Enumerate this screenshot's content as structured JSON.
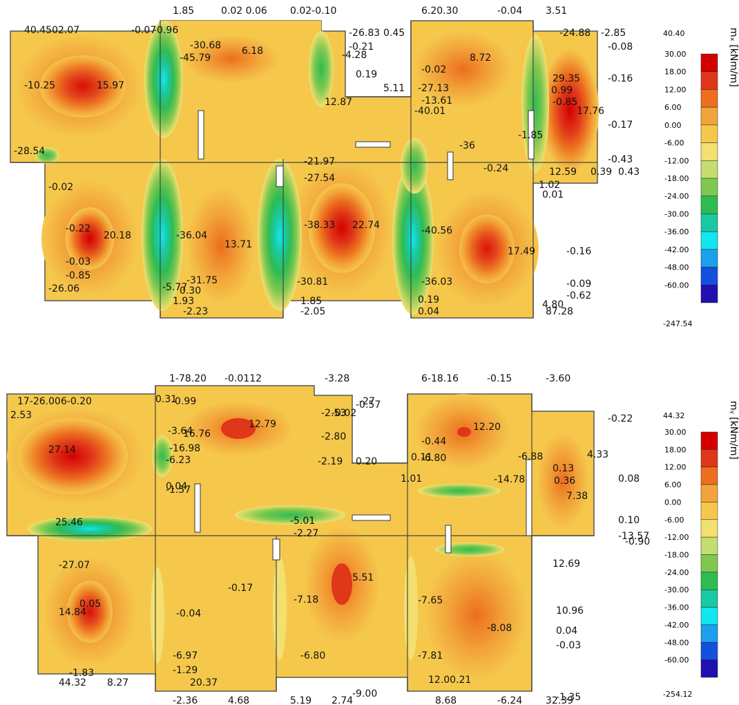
{
  "panels": [
    {
      "id": "mx",
      "legend": {
        "title": "mₓ [kNm/m]",
        "max_label": "40.40",
        "min_label": "-247.54",
        "ticks": [
          "30.00",
          "18.00",
          "12.00",
          "6.00",
          "0.00",
          "-6.00",
          "-12.00",
          "-18.00",
          "-24.00",
          "-30.00",
          "-36.00",
          "-42.00",
          "-48.00",
          "-60.00"
        ],
        "colors": [
          "#d40000",
          "#e0361a",
          "#ec6e1e",
          "#f2a43a",
          "#f5c84c",
          "#f2e070",
          "#c4de70",
          "#7ec850",
          "#2ebc52",
          "#19c9a2",
          "#12e6f0",
          "#1aa0ec",
          "#1450e0",
          "#2010b0"
        ]
      },
      "labels": [
        "1.85",
        "0.02 0.06",
        "0.02-0.10",
        "6.20.30",
        "-0.04",
        "3.51",
        "40.4502.07",
        "-0.07",
        "-0.96",
        "-26.83",
        "0.45",
        "-24.88",
        "-2.85",
        "-0.08",
        "-30.68",
        "6.18",
        "-0.21",
        "-4.28",
        "-0.02",
        "8.72",
        "-10.25",
        "15.97",
        "-45.79",
        "0.19",
        "5.11",
        "-27.13",
        "-13.61",
        "-0.16",
        "29.35",
        "0.99",
        "-0.85",
        "17.76",
        "12.87",
        "-40.01",
        "-0.17",
        "-1.85",
        "-0.43",
        "-28.54",
        "-21.97",
        "-27.54",
        "-36",
        "-0.24",
        "12.59",
        "0.39",
        "0.43",
        "1.02",
        "0.01",
        "-0.02",
        "-0.22",
        "20.18",
        "-36.04",
        "13.71",
        "-38.33",
        "22.74",
        "-40.56",
        "17.49",
        "-0.16",
        "-0.03",
        "-0.85",
        "-26.06",
        "-5.77",
        "0.30",
        "-31.75",
        "-30.81",
        "-36.03",
        "-0.09",
        "-0.62",
        "4.80",
        "1.93",
        "-2.23",
        "1.85",
        "-2.05",
        "0.19",
        "0.04",
        "87.28"
      ]
    },
    {
      "id": "my",
      "legend": {
        "title": "mᵧ [kNm/m]",
        "max_label": "44.32",
        "min_label": "-254.12",
        "ticks": [
          "30.00",
          "18.00",
          "12.00",
          "6.00",
          "0.00",
          "-6.00",
          "-12.00",
          "-18.00",
          "-24.00",
          "-30.00",
          "-36.00",
          "-42.00",
          "-48.00",
          "-60.00"
        ],
        "colors": [
          "#d40000",
          "#e0361a",
          "#ec6e1e",
          "#f2a43a",
          "#f5c84c",
          "#f2e070",
          "#c4de70",
          "#7ec850",
          "#2ebc52",
          "#19c9a2",
          "#12e6f0",
          "#1aa0ec",
          "#1450e0",
          "#2010b0"
        ]
      },
      "labels": [
        "1-78.20",
        "-0.0112",
        "-3.28",
        "6-18.16",
        "-0.15",
        "-3.60",
        "17-26.006-0.20",
        "2.53",
        "0.31",
        "-0.99",
        "-0.57",
        "-2.53",
        "-27",
        "-0.22",
        "-0.02",
        "27.14",
        "16.76",
        "12.79",
        "-2.80",
        "12.20",
        "4.33",
        "-3.64",
        "-16.98",
        "-6.23",
        "-0.44",
        "-6.80",
        "-2.19",
        "0.20",
        "0.11",
        "-6.88",
        "0.13",
        "0.36",
        "0.08",
        "7.38",
        "1.01",
        "-14.78",
        "0.10",
        "0.04",
        "-13.57",
        "-0.90",
        "25.46",
        "-1.57",
        "-5.01",
        "-2.27",
        "-27.07",
        "-0.17",
        "5.51",
        "12.69",
        "0.05",
        "14.84",
        "-0.04",
        "-7.18",
        "-7.65",
        "-8.08",
        "10.96",
        "0.04",
        "-0.03",
        "-6.97",
        "-1.29",
        "-6.80",
        "-7.81",
        "-1.83",
        "44.32",
        "8.27",
        "20.37",
        "-9.00",
        "12.00.21",
        "-1.35",
        "-2.36",
        "4.68",
        "5.19",
        "2.74",
        "8.68",
        "-6.24",
        "32.39"
      ]
    }
  ]
}
